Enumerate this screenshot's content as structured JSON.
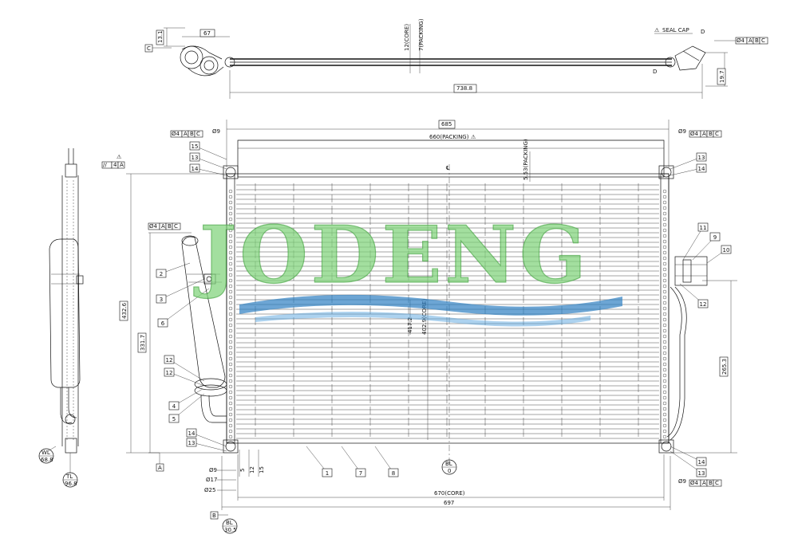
{
  "watermark": {
    "text": "JODENG",
    "green": "#7fd37a",
    "blue": "#2e7fc2"
  },
  "dimensions": {
    "top_width": "67",
    "top_height": "13.1",
    "core_thickness": "12(CORE)",
    "packing_thickness": "7(PACKING)",
    "overall_length_top": "738.8",
    "seal_cap": "SEAL CAP",
    "right_offset": "19.7",
    "overall_width": "685",
    "packing_width": "660(PACKING)",
    "packing_top": "5.53(PACKING)",
    "overall_height": "432.6",
    "receiver_height": "331.7",
    "core_height_a": "417.2",
    "core_height_b": "402.9(CORE)",
    "right_side_height": "265.3",
    "core_width": "670(CORE)",
    "bottom_width": "697",
    "d9": "Ø9",
    "d17": "Ø17",
    "d25": "Ø25",
    "b5": "5",
    "b12": "12",
    "b15": "15",
    "center": "℄"
  },
  "datums": {
    "a": "A",
    "b": "B",
    "c": "C",
    "d": "D"
  },
  "tolerance": {
    "pos": "Ø4",
    "ref_a": "A",
    "ref_b": "B",
    "ref_c": "C",
    "parallel": "//",
    "par_value": "4",
    "par_ref": "A"
  },
  "bl_labels": {
    "bl_center": "BL",
    "bl_center_val": "0",
    "bl_bottom": "BL",
    "bl_bottom_val": "30.5",
    "wl_left": "WL",
    "wl_left_val": "68.8",
    "tl_left": "TL",
    "tl_left_val": "96.8"
  },
  "part_numbers": [
    "1",
    "2",
    "3",
    "4",
    "5",
    "6",
    "7",
    "8",
    "9",
    "10",
    "11",
    "12",
    "13",
    "14",
    "15"
  ]
}
